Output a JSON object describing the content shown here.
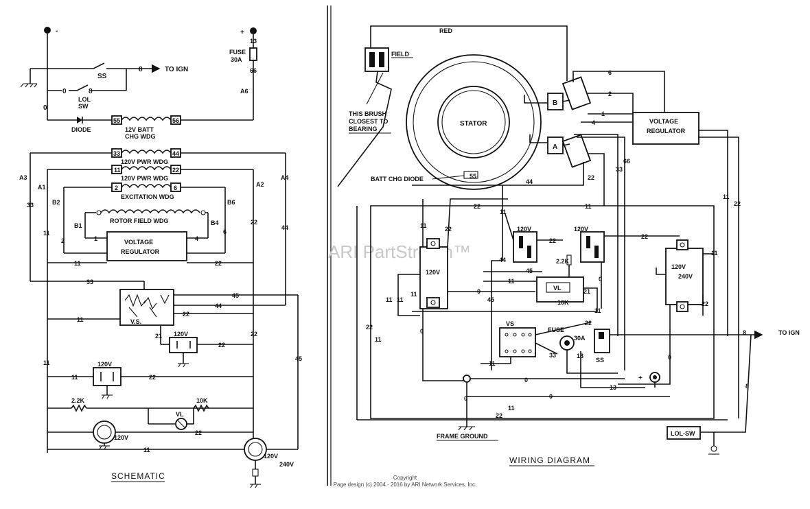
{
  "schematic": {
    "title": "SCHEMATIC",
    "neg_terminal": "-",
    "pos_terminal": "+",
    "fuse": "FUSE",
    "fuse_rating": "30A",
    "ss": "SS",
    "lol_sw": "LOL",
    "lol_sw2": "SW",
    "to_ign": "TO IGN",
    "diode": "DIODE",
    "batt_wdg": "12V BATT",
    "batt_wdg2": "CHG WDG",
    "pwr_wdg_1": "120V PWR WDG",
    "pwr_wdg_2": "120V PWR WDG",
    "excitation": "EXCITATION WDG",
    "rotor": "ROTOR FIELD WDG",
    "vreg": "VOLTAGE",
    "vreg2": "REGULATOR",
    "vs": "V.S.",
    "r22k": "2.2K",
    "r10k": "10K",
    "vl": "VL",
    "v120": "120V",
    "v240": "240V",
    "wires": {
      "w8": "8",
      "w0": "0",
      "w13": "13",
      "w66": "66",
      "w11": "11",
      "w22": "22",
      "w33": "33",
      "w44": "44",
      "w45": "45",
      "w2": "2",
      "w4": "4",
      "w6": "6",
      "w1": "1",
      "w21": "21",
      "a6": "A6",
      "a3": "A3",
      "a1": "A1",
      "a2": "A2",
      "a4": "A4",
      "b2": "B2",
      "b1": "B1",
      "b4": "B4",
      "b6": "B6",
      "t55": "55",
      "t56": "56",
      "t33": "33",
      "t44": "44",
      "t11": "11",
      "t22": "22",
      "t2": "2",
      "t6": "6"
    }
  },
  "wiring": {
    "title": "WIRING DIAGRAM",
    "red": "RED",
    "field": "FIELD",
    "brush_note_1": "THIS BRUSH",
    "brush_note_2": "CLOSEST TO",
    "brush_note_3": "BEARING",
    "stator": "STATOR",
    "batt_chg_diode": "BATT CHG DIODE",
    "t55": "55",
    "vreg": "VOLTAGE",
    "vreg2": "REGULATOR",
    "b": "B",
    "a": "A",
    "v120": "120V",
    "v240": "240V",
    "vs": "VS",
    "fuse": "FUSE",
    "fuse_rating": "30A",
    "ss": "SS",
    "vl": "VL",
    "r10k": "10K",
    "r22k": "2.2K",
    "to_ign": "TO IGN",
    "frame_ground": "FRAME GROUND",
    "lol_sw": "LOL-SW",
    "wires": {
      "w6": "6",
      "w2": "2",
      "w1": "1",
      "w4": "4",
      "w22": "22",
      "w11": "11",
      "w33": "33",
      "w66": "66",
      "w44": "44",
      "w45": "45",
      "w0": "0",
      "w8": "8",
      "w13": "13",
      "w21": "21"
    }
  },
  "watermark": "ARI PartStream™",
  "copyright_1": "Copyright",
  "copyright_2": "Page design (c) 2004 - 2016 by ARI Network Services, Inc."
}
